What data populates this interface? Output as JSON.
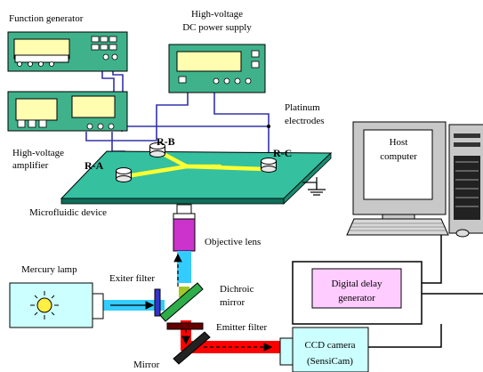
{
  "labels": {
    "function_generator": "Function generator",
    "hv_dc_line1": "High-voltage",
    "hv_dc_line2": "DC power supply",
    "platinum_line1": "Platinum",
    "platinum_line2": "electrodes",
    "hv_amp_line1": "High-voltage",
    "hv_amp_line2": "amplifier",
    "reservoir_a": "R-A",
    "reservoir_b": "R-B",
    "reservoir_c": "R-C",
    "microfluidic_device": "Microfluidic device",
    "host_line1": "Host",
    "host_line2": "computer",
    "objective_lens": "Objective lens",
    "mercury_lamp": "Mercury lamp",
    "exciter_filter": "Exiter filter",
    "dichroic_line1": "Dichroic",
    "dichroic_line2": "mirror",
    "emitter_filter": "Emitter filter",
    "delay_line1": "Digital delay",
    "delay_line2": "generator",
    "ccd_line1": "CCD camera",
    "ccd_line2": "(SensiCam)",
    "mirror": "Mirror"
  },
  "colors": {
    "instrument_green": "#3fb28c",
    "screen_yellow": "#fffdb0",
    "wire_blue": "#3333aa",
    "chip_teal": "#35c0a0",
    "channel_yellow": "#ffff33",
    "excitation_blue": "#33ccff",
    "emission_red": "#ff0000",
    "objective_purple": "#cc33cc",
    "lamp_cyan": "#ccffff",
    "delay_pink": "#ffccff",
    "camera_cyan": "#ccffff"
  }
}
